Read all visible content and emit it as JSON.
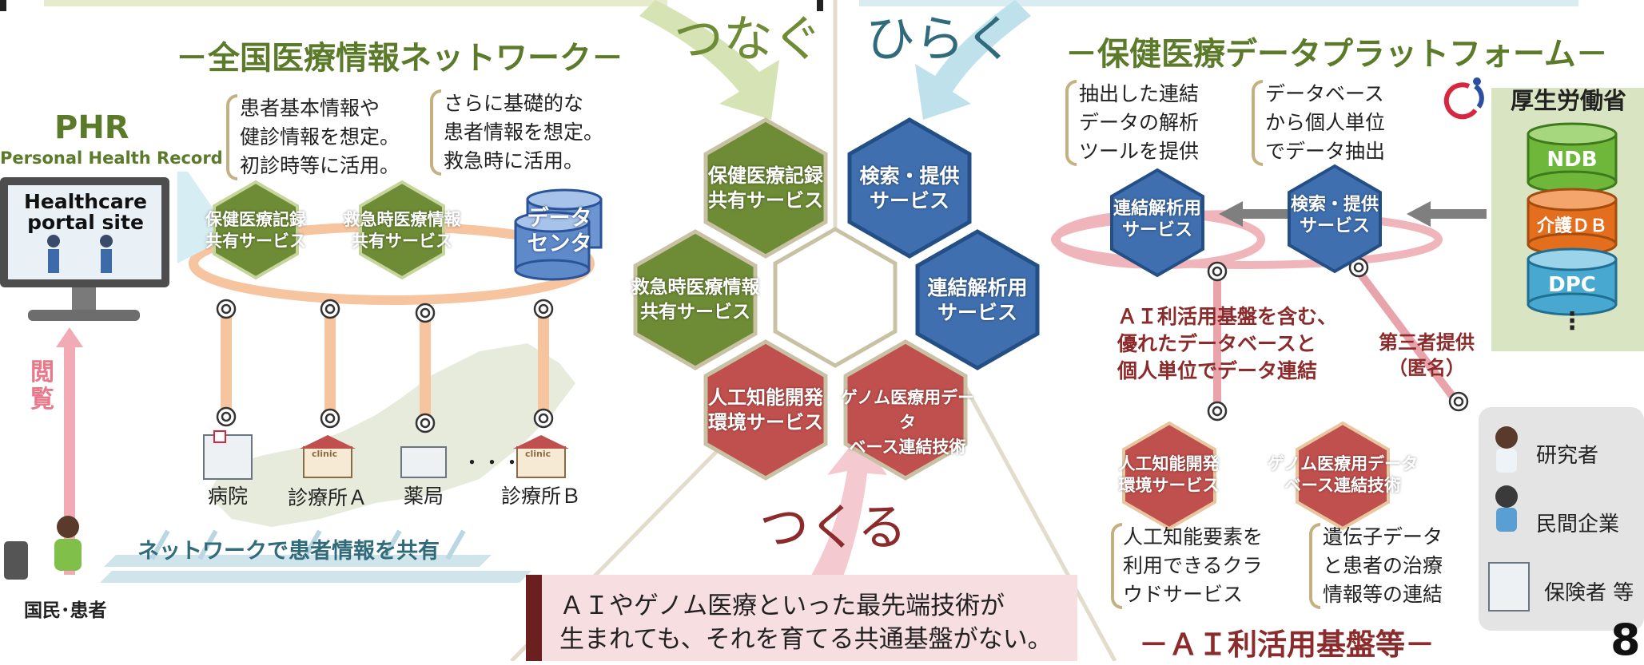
{
  "left": {
    "title": "－全国医療情報ネットワーク－",
    "phr": {
      "short": "PHR",
      "long": "Personal Health Record"
    },
    "portal": {
      "line1": "Healthcare",
      "line2": "portal site"
    },
    "note1": [
      "患者基本情報や",
      "健診情報を想定。",
      "初診時等に活用。"
    ],
    "note2": [
      "さらに基礎的な",
      "患者情報を想定。",
      "救急時に活用。"
    ],
    "hex1": [
      "保健医療記録",
      "共有サービス"
    ],
    "hex2": [
      "救急時医療情報",
      "共有サービス"
    ],
    "datacenter": [
      "データ",
      "センタ"
    ],
    "view_label": [
      "閲",
      "覧"
    ],
    "places": [
      "病院",
      "診療所Ａ",
      "薬局",
      "・・・",
      "診療所Ｂ"
    ],
    "network_text": "ネットワークで患者情報を共有",
    "citizen": "国民･患者",
    "clinic_sign": "clinic"
  },
  "center": {
    "tsunagu": "つなぐ",
    "hiraku": "ひらく",
    "tsukuru": "つくる",
    "hex_green1": [
      "保健医療記録",
      "共有サービス"
    ],
    "hex_green2": [
      "救急時医療情報",
      "共有サービス"
    ],
    "hex_blue1": [
      "検索・提供",
      "サービス"
    ],
    "hex_blue2": [
      "連結解析用",
      "サービス"
    ],
    "hex_red1": [
      "人工知能開発",
      "環境サービス"
    ],
    "hex_red2": [
      "ゲノム医療用データ",
      "ベース連結技術"
    ],
    "bottom_text": [
      "ＡＩやゲノム医療といった最先端技術が",
      "生まれても、それを育てる共通基盤がない。"
    ]
  },
  "right": {
    "title": "－保健医療データプラットフォーム－",
    "mhlw": "厚生労働省",
    "note1": [
      "抽出した連結",
      "データの解析",
      "ツールを提供"
    ],
    "note2": [
      "データベース",
      "から個人単位",
      "でデータ抽出"
    ],
    "hex_blue1": [
      "連結解析用",
      "サービス"
    ],
    "hex_blue2": [
      "検索・提供",
      "サービス"
    ],
    "db": [
      "NDB",
      "介護ＤＢ",
      "DPC",
      "⋮"
    ],
    "ai_text": [
      "ＡＩ利活用基盤を含む、",
      "優れたデータベースと",
      "個人単位でデータ連結"
    ],
    "third_party": [
      "第三者提供",
      "（匿名）"
    ],
    "hex_red1": [
      "人工知能開発",
      "環境サービス"
    ],
    "hex_red2": [
      "ゲノム医療用データ",
      "ベース連結技術"
    ],
    "note3": [
      "人工知能要素を",
      "利用できるクラ",
      "ウドサービス"
    ],
    "note4": [
      "遺伝子データ",
      "と患者の治療",
      "情報等の連結"
    ],
    "roles": [
      "研究者",
      "民間企業",
      "保険者 等"
    ],
    "ai_title": "－ＡＩ利活用基盤等－"
  },
  "page_number": "8",
  "colors": {
    "green": "#5b7a2a",
    "blue": "#3f6fae",
    "red": "#c0504d",
    "title_green": "#5b7a2a",
    "maroon": "#8b2b2b",
    "teal": "#2f6b7b"
  }
}
